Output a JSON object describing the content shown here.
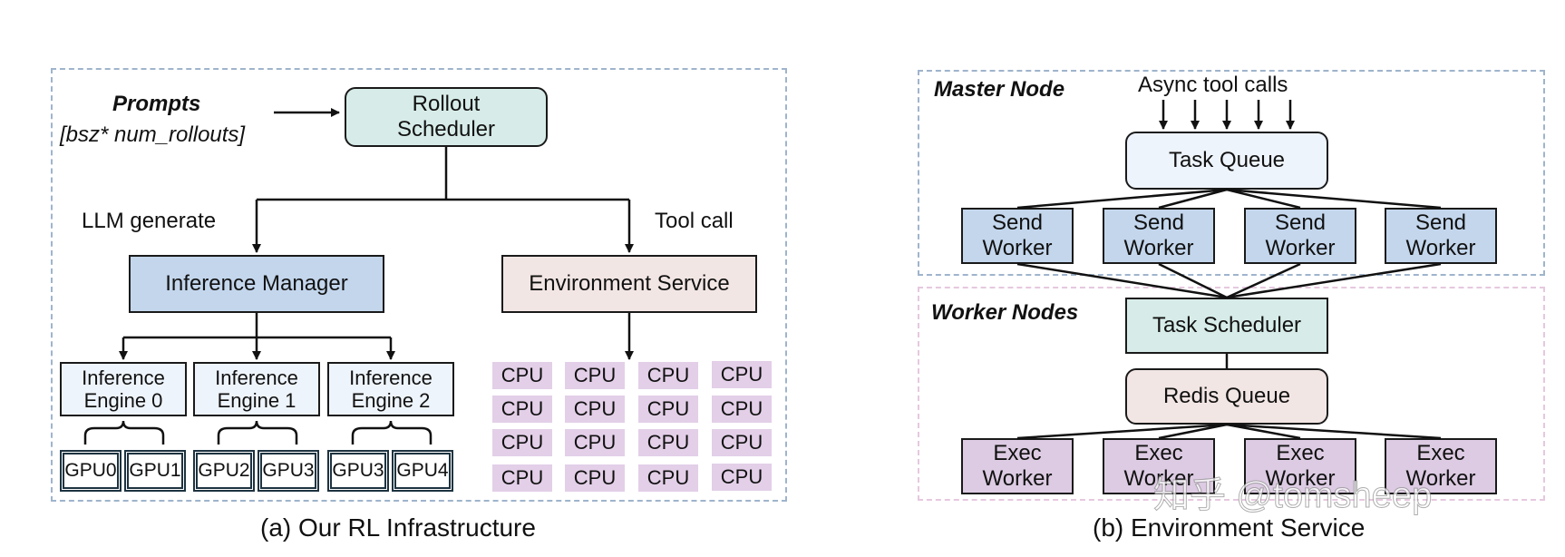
{
  "left": {
    "prompts_title": "Prompts",
    "prompts_sub": "[bsz* num_rollouts]",
    "rollout_scheduler": [
      "Rollout",
      "Scheduler"
    ],
    "llm_generate": "LLM generate",
    "tool_call": "Tool call",
    "inference_manager": "Inference Manager",
    "environment_service": "Environment Service",
    "engines": [
      [
        "Inference",
        "Engine 0"
      ],
      [
        "Inference",
        "Engine 1"
      ],
      [
        "Inference",
        "Engine 2"
      ]
    ],
    "gpus": [
      "GPU0",
      "GPU1",
      "GPU2",
      "GPU3",
      "GPU3",
      "GPU4"
    ],
    "cpus": [
      "CPU",
      "CPU",
      "CPU",
      "CPU",
      "CPU",
      "CPU",
      "CPU",
      "CPU",
      "CPU",
      "CPU",
      "CPU",
      "CPU",
      "CPU",
      "CPU",
      "CPU",
      "CPU"
    ],
    "caption": "(a) Our RL Infrastructure"
  },
  "right": {
    "master_node": "Master Node",
    "async_tool_calls": "Async tool calls",
    "task_queue": "Task Queue",
    "send_workers": [
      [
        "Send",
        "Worker"
      ],
      [
        "Send",
        "Worker"
      ],
      [
        "Send",
        "Worker"
      ],
      [
        "Send",
        "Worker"
      ]
    ],
    "worker_nodes": "Worker Nodes",
    "task_scheduler": "Task Scheduler",
    "redis_queue": "Redis Queue",
    "exec_workers": [
      [
        "Exec",
        "Worker"
      ],
      [
        "Exec",
        "Worker"
      ],
      [
        "Exec",
        "Worker"
      ],
      [
        "Exec",
        "Worker"
      ]
    ],
    "caption": "(b) Environment Service"
  },
  "watermark": "知乎 @tomsheep"
}
